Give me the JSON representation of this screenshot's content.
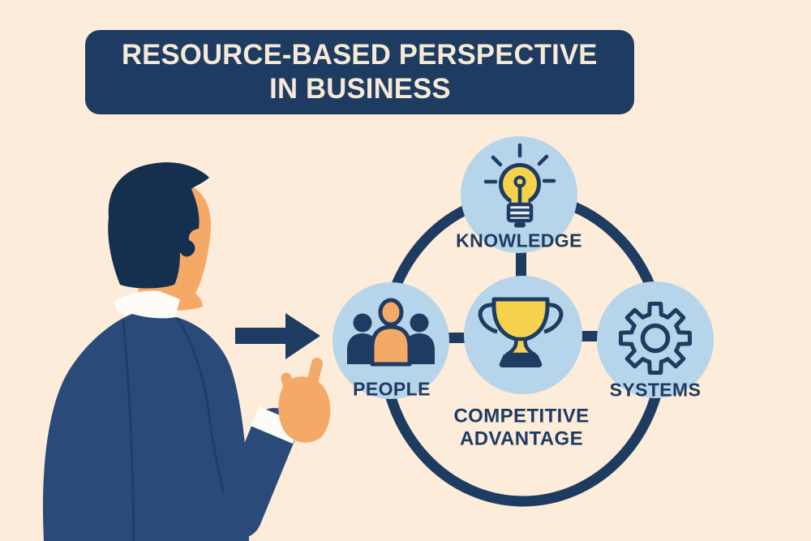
{
  "title": {
    "line1": "RESOURCE-BASED PERSPECTIVE",
    "line2": "IN BUSINESS"
  },
  "diagram": {
    "nodes": [
      {
        "id": "knowledge",
        "label": "KNOWLEDGE",
        "icon": "lightbulb-icon"
      },
      {
        "id": "people",
        "label": "PEOPLE",
        "icon": "people-icon"
      },
      {
        "id": "competitive-advantage",
        "label_line1": "COMPETITIVE",
        "label_line2": "ADVANTAGE",
        "icon": "trophy-icon"
      },
      {
        "id": "systems",
        "label": "SYSTEMS",
        "icon": "gear-icon"
      }
    ]
  },
  "illustration": {
    "figure": "businessman-pointing",
    "arrow": "right-arrow"
  },
  "colors": {
    "background": "#fcecd9",
    "navy": "#1e3b61",
    "light_blue": "#b6d4ea",
    "yellow": "#f6d24c",
    "orange_skin": "#f4a967",
    "suit_blue": "#2a4b7a",
    "hair_navy": "#152f4e",
    "title_text": "#f6ead6"
  }
}
